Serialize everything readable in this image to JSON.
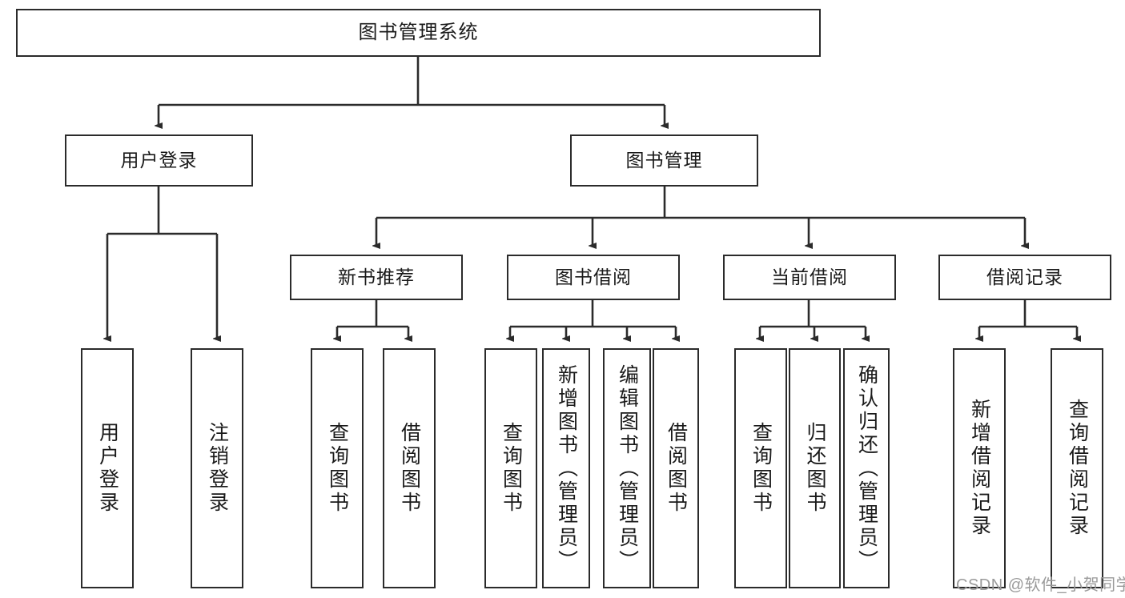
{
  "diagram": {
    "title": "图书管理系统",
    "type": "hierarchy-tree",
    "levels": 4,
    "nodes": {
      "root": {
        "label": "图书管理系统"
      },
      "level2": [
        {
          "id": "user-login",
          "label": "用户登录"
        },
        {
          "id": "book-management",
          "label": "图书管理"
        }
      ],
      "level3": [
        {
          "id": "new-book-recommend",
          "label": "新书推荐",
          "parent": "book-management"
        },
        {
          "id": "book-borrow",
          "label": "图书借阅",
          "parent": "book-management"
        },
        {
          "id": "current-borrow",
          "label": "当前借阅",
          "parent": "book-management"
        },
        {
          "id": "borrow-record",
          "label": "借阅记录",
          "parent": "book-management"
        }
      ],
      "leaves": [
        {
          "id": "leaf-user-login",
          "label": "用户登录",
          "parent": "user-login"
        },
        {
          "id": "leaf-logout-login",
          "label": "注销登录",
          "parent": "user-login"
        },
        {
          "id": "leaf-query-book-1",
          "label": "查询图书",
          "parent": "new-book-recommend"
        },
        {
          "id": "leaf-borrow-book-1",
          "label": "借阅图书",
          "parent": "new-book-recommend"
        },
        {
          "id": "leaf-query-book-2",
          "label": "查询图书",
          "parent": "book-borrow"
        },
        {
          "id": "leaf-add-book",
          "label": "新增图书（管理员）",
          "parent": "book-borrow"
        },
        {
          "id": "leaf-edit-book",
          "label": "编辑图书（管理员）",
          "parent": "book-borrow"
        },
        {
          "id": "leaf-borrow-book-2",
          "label": "借阅图书",
          "parent": "book-borrow"
        },
        {
          "id": "leaf-query-book-3",
          "label": "查询图书",
          "parent": "current-borrow"
        },
        {
          "id": "leaf-return-book",
          "label": "归还图书",
          "parent": "current-borrow"
        },
        {
          "id": "leaf-confirm-return",
          "label": "确认归还（管理员）",
          "parent": "current-borrow"
        },
        {
          "id": "leaf-add-record",
          "label": "新增借阅记录",
          "parent": "borrow-record"
        },
        {
          "id": "leaf-query-record",
          "label": "查询借阅记录",
          "parent": "borrow-record"
        }
      ]
    },
    "colors": {
      "box_border": "#2b2b2b",
      "box_fill": "#ffffff",
      "edge": "#2b2b2b",
      "text": "#1a1a1a",
      "watermark": "#9a9a9a"
    }
  },
  "watermark": {
    "text": "CSDN @软件_小贺同学"
  }
}
